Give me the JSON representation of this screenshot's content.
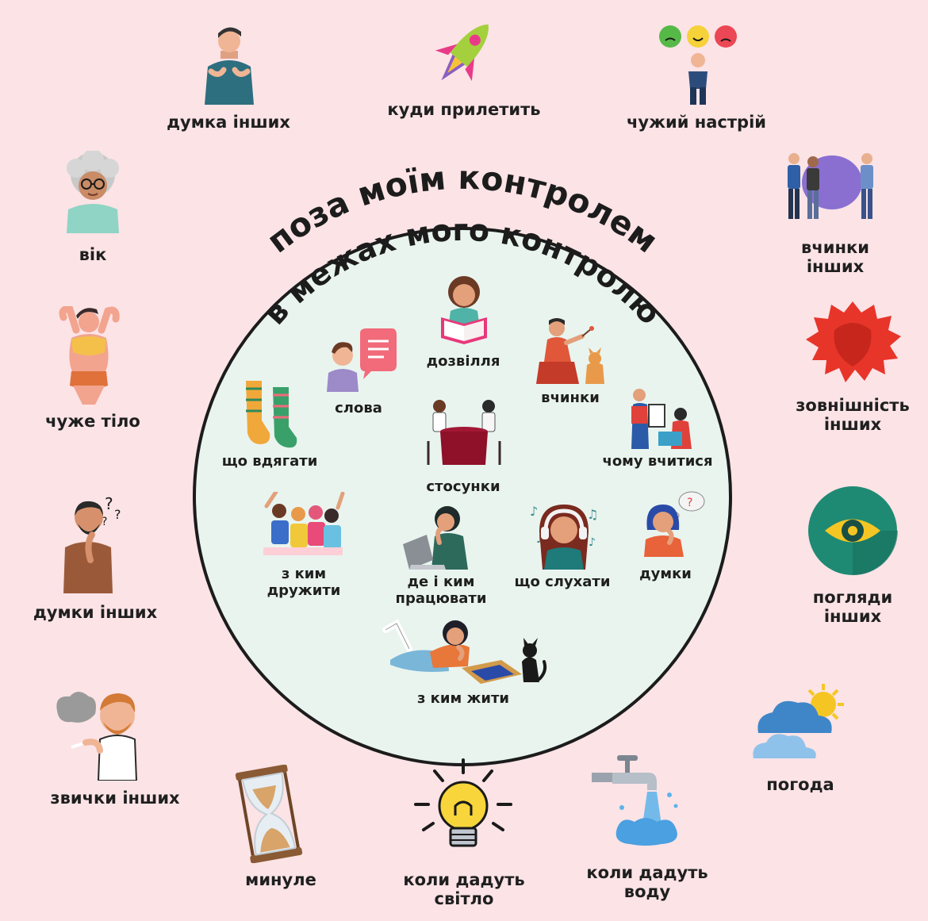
{
  "title_outer": "поза моїм контролем",
  "title_inner": "в межах мого контролю",
  "outer": [
    {
      "id": "opinion",
      "label": "думка інших",
      "icon": "man-speaking-icon"
    },
    {
      "id": "rocket",
      "label": "куди прилетить",
      "icon": "rocket-icon"
    },
    {
      "id": "mood",
      "label": "чужий настрій",
      "icon": "emoji-faces-icon"
    },
    {
      "id": "actions",
      "label": "вчинки інших",
      "icon": "people-pushing-ball-icon"
    },
    {
      "id": "appearance",
      "label": "зовнішність\nінших",
      "icon": "red-hair-icon"
    },
    {
      "id": "views",
      "label": "погляди\nінших",
      "icon": "eye-icon"
    },
    {
      "id": "weather",
      "label": "погода",
      "icon": "cloud-sun-icon"
    },
    {
      "id": "water",
      "label": "коли дадуть\nводу",
      "icon": "water-tap-icon"
    },
    {
      "id": "light",
      "label": "коли дадуть\nсвітло",
      "icon": "light-bulb-icon"
    },
    {
      "id": "past",
      "label": "минуле",
      "icon": "hourglass-icon"
    },
    {
      "id": "habits",
      "label": "звички інших",
      "icon": "man-smoking-icon"
    },
    {
      "id": "thoughts",
      "label": "думки інших",
      "icon": "man-thinking-icon"
    },
    {
      "id": "body",
      "label": "чуже тіло",
      "icon": "woman-body-icon"
    },
    {
      "id": "age",
      "label": "вік",
      "icon": "grandmother-icon"
    }
  ],
  "inner": [
    {
      "id": "leisure",
      "label": "дозвілля",
      "icon": "girl-reading-icon"
    },
    {
      "id": "words",
      "label": "слова",
      "icon": "speech-bubble-icon"
    },
    {
      "id": "deeds",
      "label": "вчинки",
      "icon": "woman-with-cat-icon"
    },
    {
      "id": "wear",
      "label": "що вдягати",
      "icon": "socks-icon"
    },
    {
      "id": "relations",
      "label": "стосунки",
      "icon": "couple-table-icon"
    },
    {
      "id": "study",
      "label": "чому вчитися",
      "icon": "teacher-student-icon"
    },
    {
      "id": "friends",
      "label": "з ким\nдружити",
      "icon": "friends-group-icon"
    },
    {
      "id": "work",
      "label": "де і ким\nпрацювати",
      "icon": "laptop-worker-icon"
    },
    {
      "id": "listen",
      "label": "що слухати",
      "icon": "headphones-icon"
    },
    {
      "id": "mythoughts",
      "label": "думки",
      "icon": "thinking-woman-icon"
    },
    {
      "id": "live",
      "label": "з ким жити",
      "icon": "girl-with-cat-icon"
    }
  ],
  "colors": {
    "background": "#fbe3e6",
    "circle": "#e9f4ef",
    "text": "#1f1f1f"
  }
}
